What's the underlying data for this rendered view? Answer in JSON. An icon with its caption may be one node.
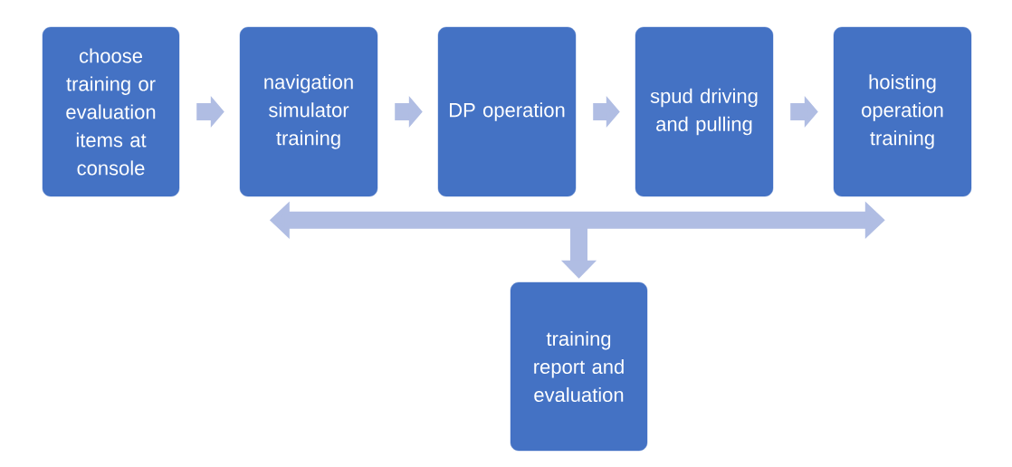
{
  "diagram": {
    "nodes": [
      {
        "text": [
          "choose training or evaluation items at console"
        ]
      },
      {
        "text": [
          "navigation simulator training"
        ]
      },
      {
        "text": [
          "DP operation"
        ]
      },
      {
        "text": [
          "spud driving and pulling"
        ]
      },
      {
        "text": [
          "hoisting operation training"
        ]
      },
      {
        "text": [
          "training report and evaluation"
        ]
      }
    ],
    "edges": [
      {
        "from": 0,
        "to": 1,
        "arrow": "to"
      },
      {
        "from": 1,
        "to": 2,
        "arrow": "to"
      },
      {
        "from": 2,
        "to": 3,
        "arrow": "to"
      },
      {
        "from": 3,
        "to": 4,
        "arrow": "to"
      },
      {
        "from": 1,
        "to": 4,
        "arrow": "both"
      },
      {
        "from": null,
        "to": 5,
        "arrow": "to"
      }
    ]
  }
}
